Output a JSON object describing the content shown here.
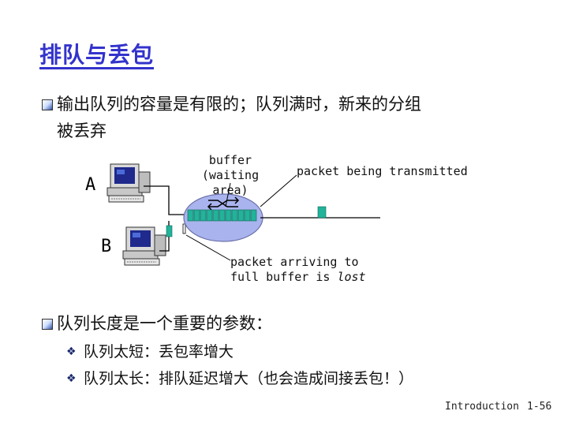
{
  "title": "排队与丢包",
  "bullets": [
    {
      "line1": "输出队列的容量是有限的；队列满时，新来的分组",
      "line2": "被丢弃"
    },
    {
      "line1": "队列长度是一个重要的参数："
    }
  ],
  "sub_bullets": [
    "队列太短：丢包率增大",
    "队列太长：排队延迟增大（也会造成间接丢包！）"
  ],
  "diagram": {
    "host_a": "A",
    "host_b": "B",
    "buffer_line1": "buffer",
    "buffer_line2": "(waiting area)",
    "transmitting": "packet being transmitted",
    "arriving_line1": "packet arriving to",
    "arriving_line2_prefix": "full buffer is ",
    "arriving_line2_em": "lost",
    "colors": {
      "buffer": "#a9b4ee",
      "packet": "#22b39a",
      "title": "#3333cc"
    }
  },
  "footer": {
    "left": "Introduction",
    "right": "1-56"
  }
}
